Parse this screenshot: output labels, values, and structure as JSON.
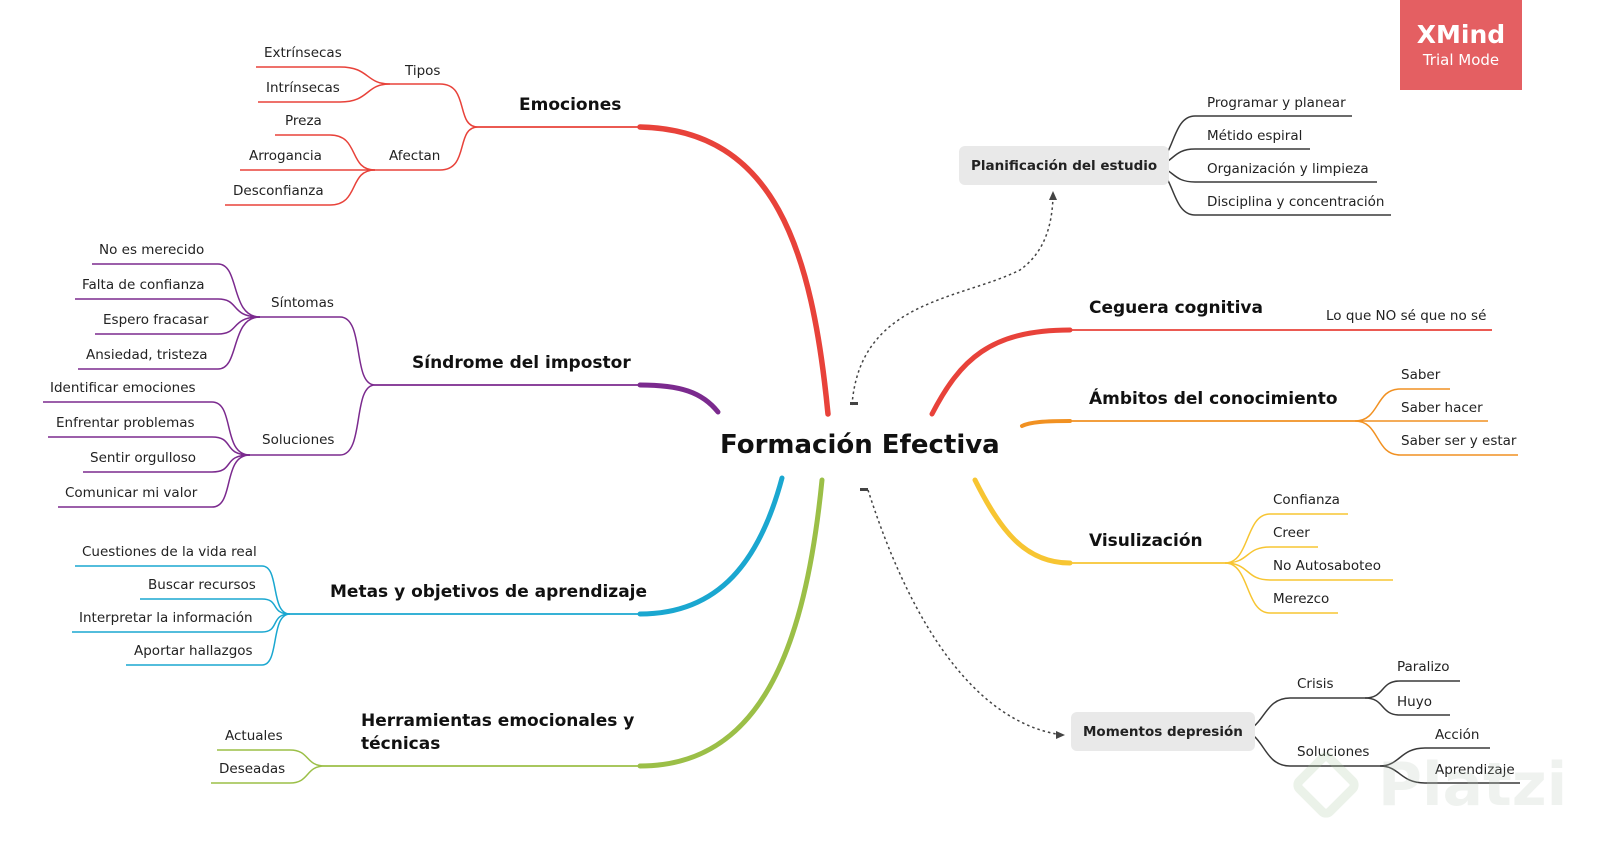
{
  "center": "Formación Efectiva",
  "colors": {
    "red": "#e8423a",
    "purple": "#7b2a8e",
    "blue": "#1aa7d0",
    "green": "#9bbf47",
    "orange": "#f19122",
    "yellow": "#f7c532",
    "dark": "#3a3a3a",
    "watermark": "#e45f62"
  },
  "watermark": {
    "title": "XMind",
    "subtitle": "Trial Mode",
    "brand": "Platzi"
  },
  "branches": {
    "emociones": {
      "label": "Emociones",
      "tipos": {
        "label": "Tipos",
        "items": [
          "Extrínsecas",
          "Intrínsecas"
        ]
      },
      "afectan": {
        "label": "Afectan",
        "items": [
          "Preza",
          "Arrogancia",
          "Desconfianza"
        ]
      }
    },
    "impostor": {
      "label": "Síndrome del impostor",
      "sintomas": {
        "label": "Síntomas",
        "items": [
          "No es merecido",
          "Falta de confianza",
          "Espero fracasar",
          "Ansiedad, tristeza"
        ]
      },
      "soluciones": {
        "label": "Soluciones",
        "items": [
          "Identificar emociones",
          "Enfrentar problemas",
          "Sentir orgulloso",
          "Comunicar mi valor"
        ]
      }
    },
    "metas": {
      "label": "Metas y objetivos de aprendizaje",
      "items": [
        "Cuestiones de la vida real",
        "Buscar recursos",
        "Interpretar la información",
        "Aportar hallazgos"
      ]
    },
    "herramientas": {
      "label_line1": "Herramientas emocionales y",
      "label_line2": "técnicas",
      "items": [
        "Actuales",
        "Deseadas"
      ]
    },
    "ceguera": {
      "label": "Ceguera cognitiva",
      "items": [
        "Lo que NO sé que no sé"
      ]
    },
    "ambitos": {
      "label": "Ámbitos del conocimiento",
      "items": [
        "Saber",
        "Saber hacer",
        "Saber ser y estar"
      ]
    },
    "visualizacion": {
      "label": "Visulización",
      "items": [
        "Confianza",
        "Creer",
        "No Autosaboteo",
        "Merezco"
      ]
    }
  },
  "floating": {
    "planificacion": {
      "label": "Planificación del estudio",
      "items": [
        "Programar y planear",
        "Métido espiral",
        "Organización y limpieza",
        "Disciplina y concentración"
      ]
    },
    "momentos": {
      "label": "Momentos depresión",
      "crisis": {
        "label": "Crisis",
        "items": [
          "Paralizo",
          "Huyo"
        ]
      },
      "soluciones": {
        "label": "Soluciones",
        "items": [
          "Acción",
          "Aprendizaje"
        ]
      }
    }
  }
}
